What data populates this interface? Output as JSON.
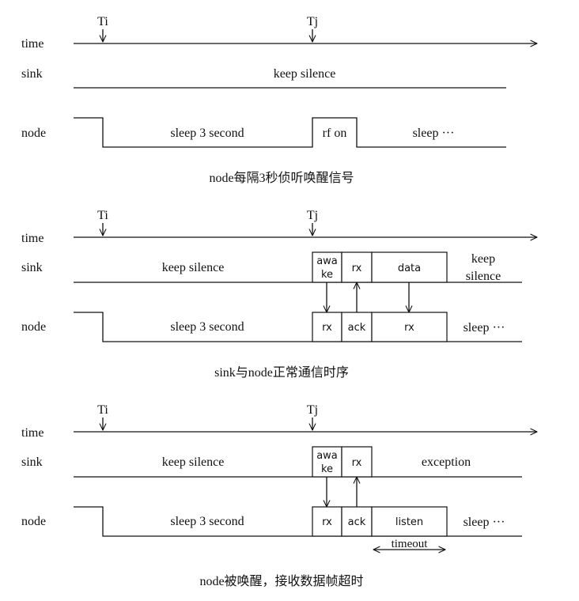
{
  "rows": {
    "time": "time",
    "sink": "sink",
    "node": "node"
  },
  "markers": {
    "ti": "Ti",
    "tj": "Tj"
  },
  "d1": {
    "sink_text": "keep silence",
    "node_sleep": "sleep 3 second",
    "rf_on": "rf on",
    "node_after": "sleep ···",
    "caption": "node每隔3秒侦听唤醒信号"
  },
  "d2": {
    "sink_text": "keep silence",
    "awake_1": "awa",
    "awake_2": "ke",
    "sink_rx": "rx",
    "data": "data",
    "keep_1": "keep",
    "keep_2": "silence",
    "node_sleep": "sleep 3 second",
    "node_rx": "rx",
    "node_ack": "ack",
    "node_rx2": "rx",
    "node_after": "sleep ···",
    "caption": "sink与node正常通信时序"
  },
  "d3": {
    "sink_text": "keep silence",
    "awake_1": "awa",
    "awake_2": "ke",
    "sink_rx": "rx",
    "exception": "exception",
    "node_sleep": "sleep 3 second",
    "node_rx": "rx",
    "node_ack": "ack",
    "listen": "listen",
    "timeout": "timeout",
    "node_after": "sleep ···",
    "caption": "node被唤醒，接收数据帧超时"
  }
}
